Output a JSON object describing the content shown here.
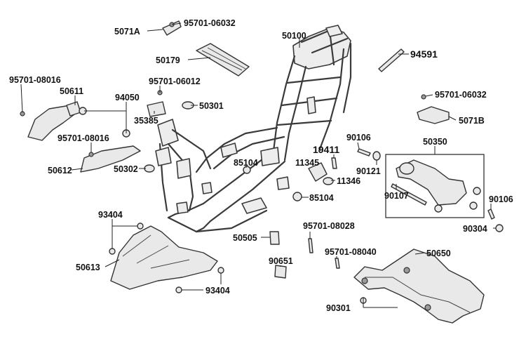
{
  "diagram": {
    "labels": {
      "l5071a": "5071A",
      "l95701_06032_top": "95701-06032",
      "l50179": "50179",
      "l50100": "50100",
      "l94591": "94591",
      "l95701_08016_a": "95701-08016",
      "l50611": "50611",
      "l94050": "94050",
      "l95701_06012": "95701-06012",
      "l50301": "50301",
      "l35385": "35385",
      "l95701_06032_right": "95701-06032",
      "l5071b": "5071B",
      "l95701_08016_b": "95701-08016",
      "l50612": "50612",
      "l50302": "50302",
      "l85104_a": "85104",
      "l90106_a": "90106",
      "l19411": "19411",
      "l11345": "11345",
      "l90121": "90121",
      "l11346": "11346",
      "l50350": "50350",
      "l85104_b": "85104",
      "l90107": "90107",
      "l90106_b": "90106",
      "l93404_a": "93404",
      "l90304": "90304",
      "l95701_08028": "95701-08028",
      "l50505": "50505",
      "l50613": "50613",
      "l90651": "90651",
      "l95701_08040": "95701-08040",
      "l50650": "50650",
      "l93404_b": "93404",
      "l90301": "90301"
    }
  }
}
